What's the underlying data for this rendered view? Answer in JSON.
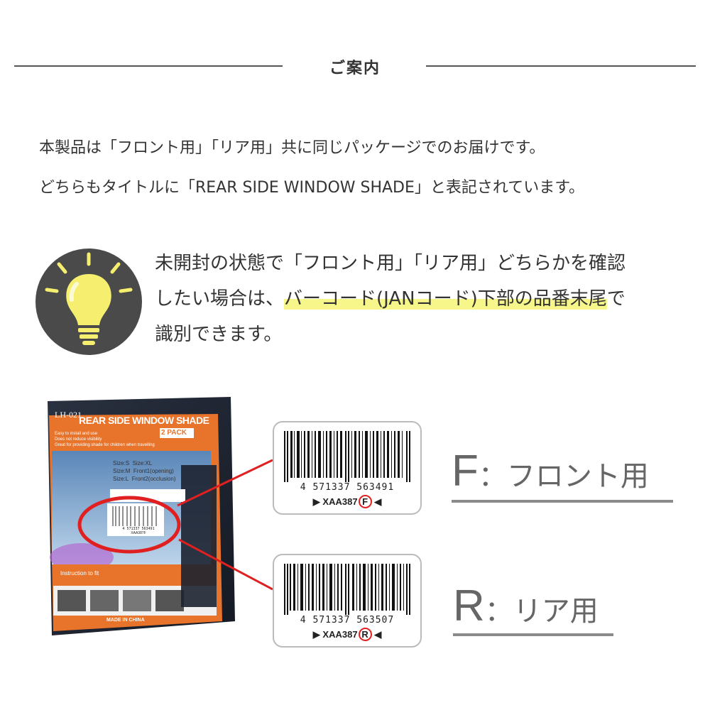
{
  "header": {
    "title": "ご案内"
  },
  "intro": {
    "line1": "本製品は「フロント用」「リア用」共に同じパッケージでのお届けです。",
    "line2": "どちらもタイトルに「REAR SIDE WINDOW SHADE」と表記されています。"
  },
  "tip": {
    "line1": "未開封の状態で「フロント用」「リア用」どちらかを確認",
    "line2_prefix": "したい場合は、",
    "line2_highlight": "バーコード(JANコード)下部の品番末尾",
    "line2_suffix": "で",
    "line3": "識別できます。",
    "highlight_color": "#f6f68a",
    "bulb_color": "#f5ee6e",
    "circle_color": "#4a4a4a"
  },
  "package": {
    "model": "LH-021",
    "title": "REAR SIDE WINDOW SHADE",
    "pack": "2 PACK",
    "bullets": [
      "Easy to install and use",
      "Does not reduce visibility",
      "Great for providing shade for children when travelling"
    ],
    "sizes": [
      "Size:S",
      "Size:XL",
      "Size:M",
      "Front1(opening)",
      "Size:L",
      "Front2(occlusion)"
    ],
    "instruction": "Instruction to fit",
    "made_in": "MADE IN CHINA",
    "mini_digits": "4 571337 563491",
    "mini_code": "XAA387F"
  },
  "front": {
    "digits": "4 571337 563491",
    "code_prefix": "XAA387",
    "code_suffix": "F",
    "letter": "F",
    "label": "：フロント用"
  },
  "rear": {
    "digits": "4 571337 563507",
    "code_prefix": "XAA387",
    "code_suffix": "R",
    "letter": "R",
    "label": "：リア用"
  },
  "accent": {
    "red": "#e02020"
  }
}
